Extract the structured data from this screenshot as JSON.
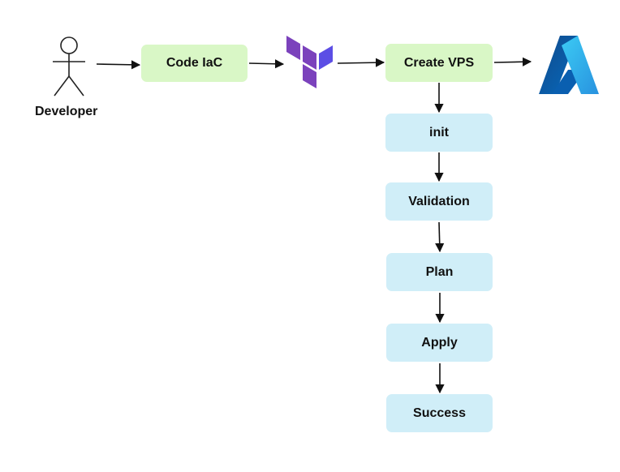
{
  "actor": {
    "label": "Developer",
    "icon": "stick-figure-icon"
  },
  "nodes": {
    "code_iac": "Code IaC",
    "create_vps": "Create VPS",
    "init": "init",
    "validation": "Validation",
    "plan": "Plan",
    "apply": "Apply",
    "success": "Success"
  },
  "logos": {
    "terraform": "terraform-logo-icon",
    "azure": "azure-logo-icon"
  },
  "colors": {
    "green_box": "#d9f7c6",
    "blue_box": "#d0eef8",
    "terraform_purple": "#7b42bc",
    "azure_blue": "#0a7bd6",
    "arrow": "#111111"
  }
}
